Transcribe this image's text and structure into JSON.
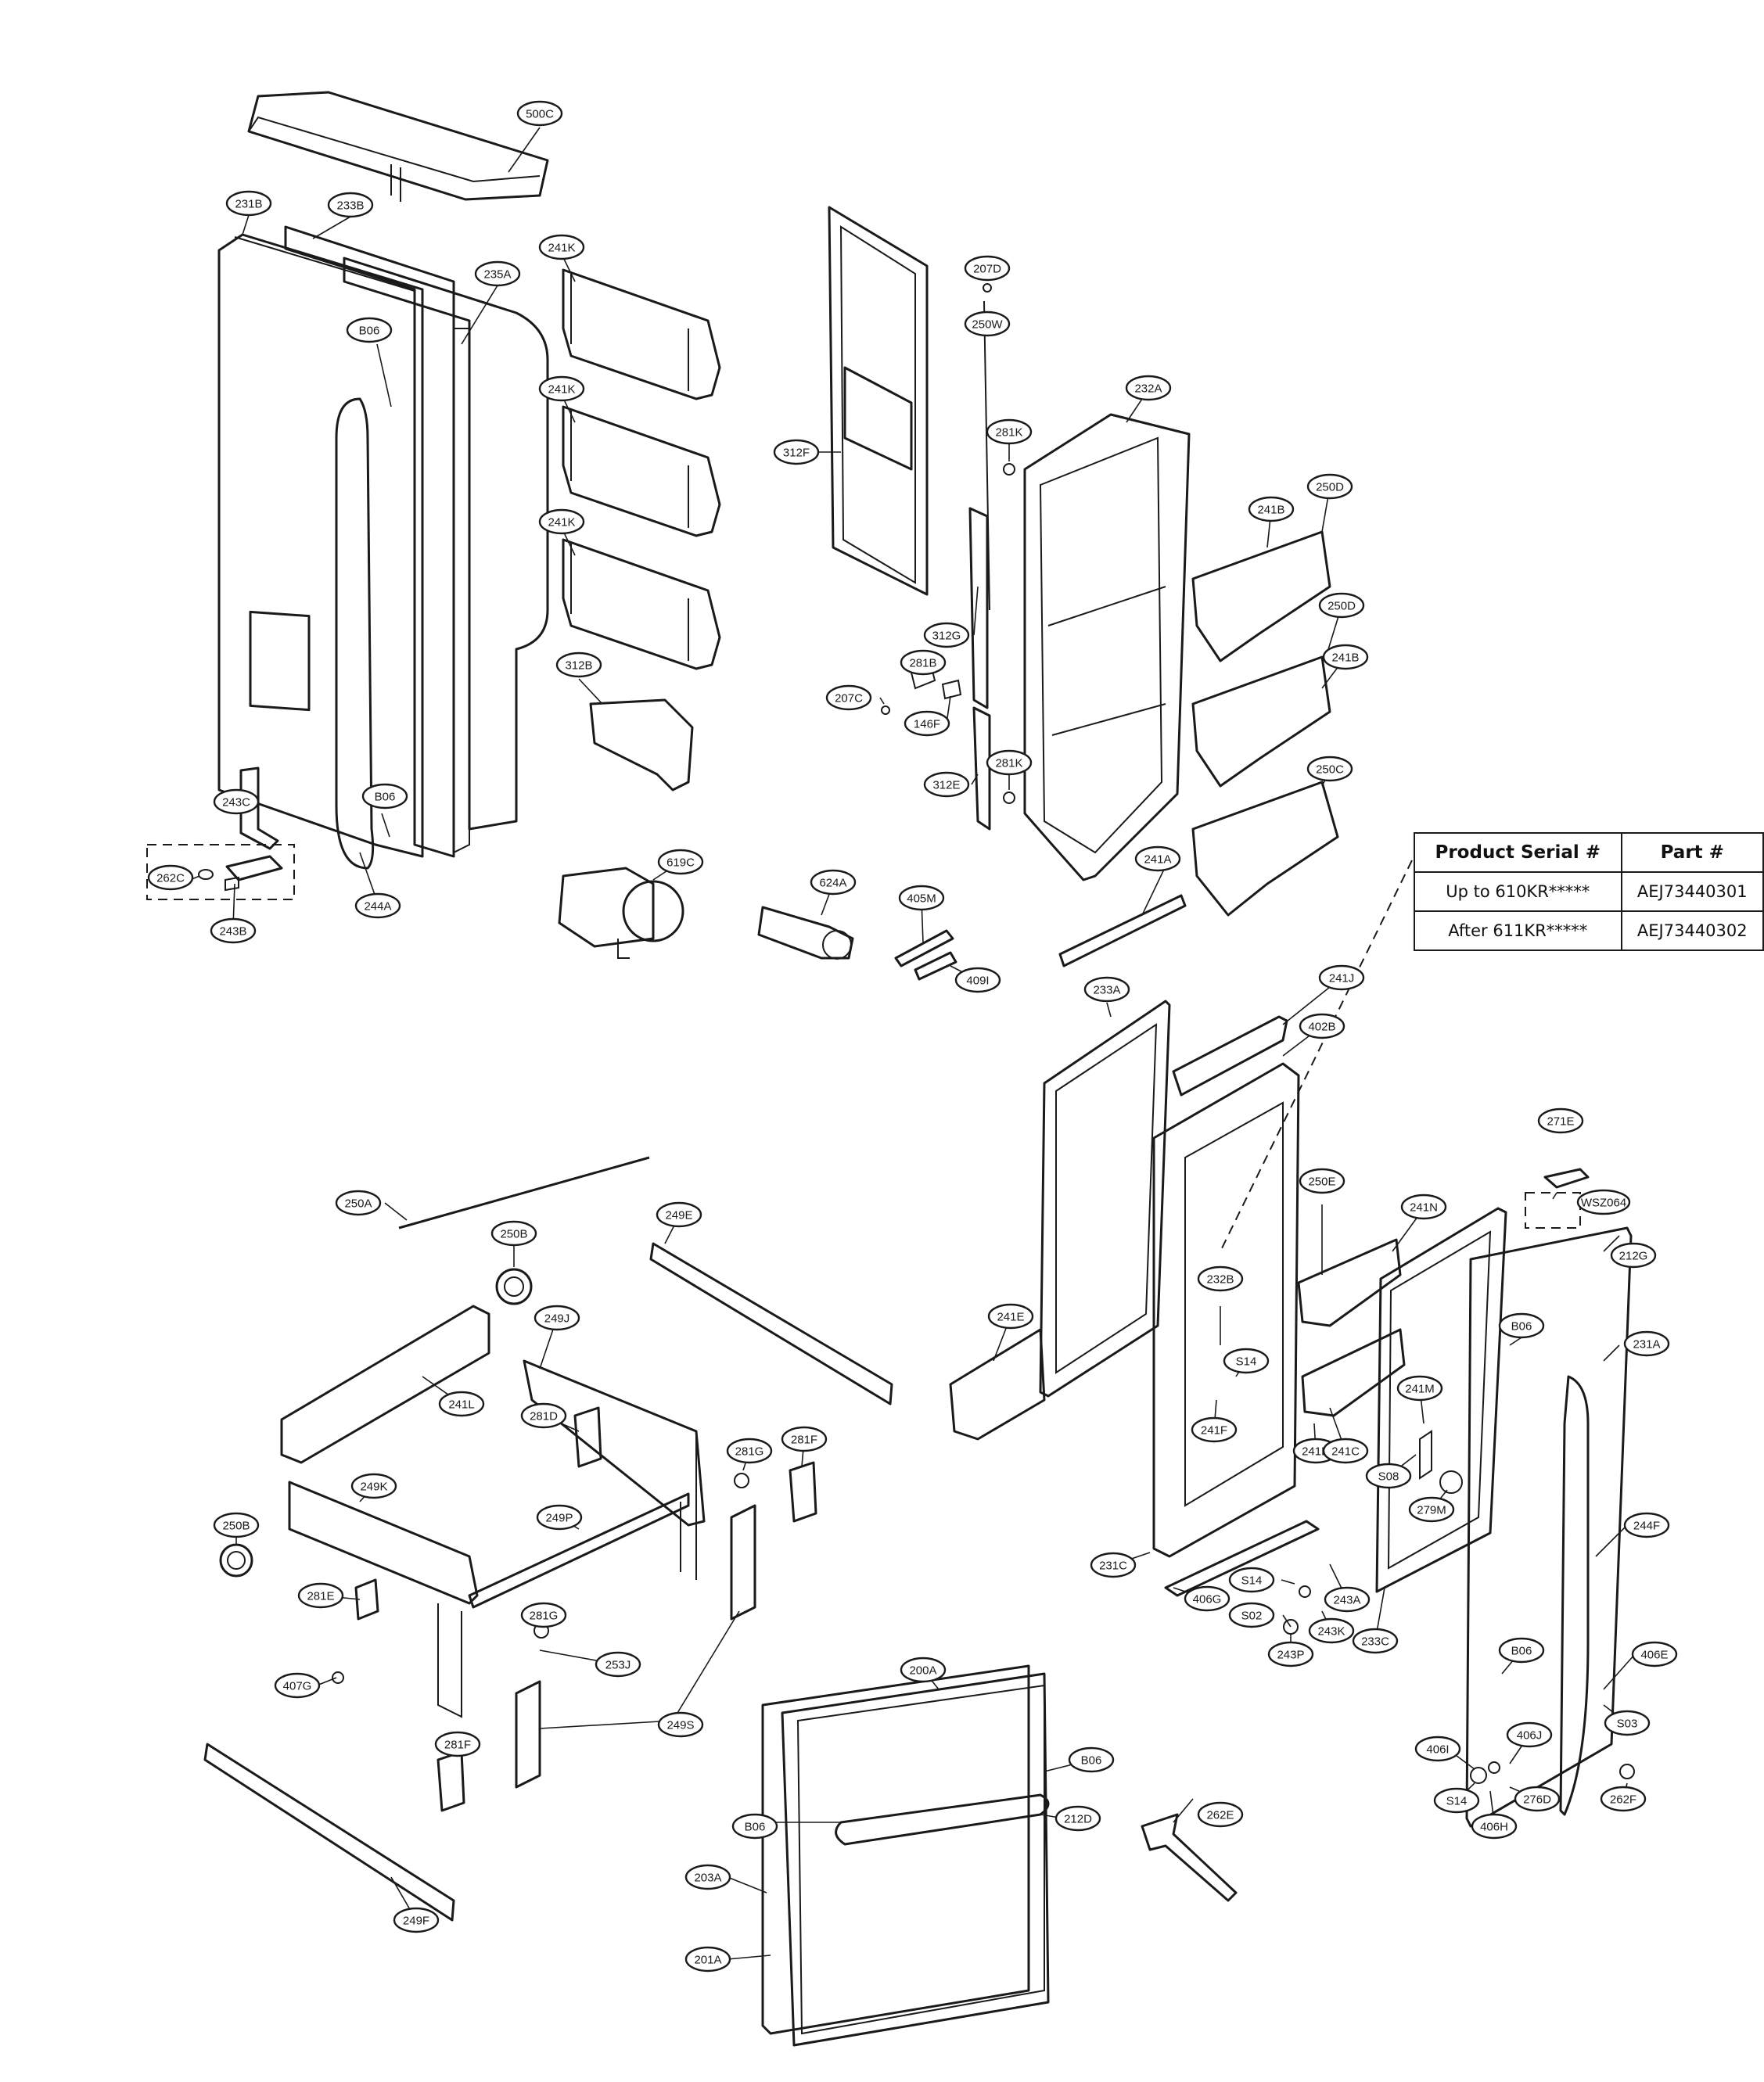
{
  "diagram": {
    "callouts": [
      "500C",
      "231B",
      "233B",
      "235A",
      "B06",
      "B06",
      "241K",
      "241K",
      "241K",
      "312B",
      "243C",
      "262C",
      "243B",
      "244A",
      "619C",
      "312F",
      "207D",
      "250W",
      "281K",
      "281K",
      "312G",
      "281B",
      "207C",
      "146F",
      "312E",
      "624A",
      "405M",
      "409I",
      "232A",
      "250D",
      "241B",
      "250D",
      "241B",
      "250C",
      "241A",
      "241J",
      "402B",
      "233A",
      "250E",
      "241N",
      "232B",
      "S14",
      "241F",
      "241E",
      "241D",
      "241C",
      "241M",
      "S08",
      "279M",
      "231C",
      "406G",
      "S14",
      "S02",
      "243A",
      "243K",
      "243P",
      "233C",
      "271E",
      "WSZ064",
      "212G",
      "B06",
      "231A",
      "244F",
      "B06",
      "406E",
      "S03",
      "406I",
      "406J",
      "S14",
      "406H",
      "276D",
      "262F",
      "250A",
      "249E",
      "250B",
      "249J",
      "241L",
      "281D",
      "281G",
      "281F",
      "249K",
      "249P",
      "250B",
      "281E",
      "281G",
      "253J",
      "407G",
      "249S",
      "281F",
      "249F",
      "200A",
      "B06",
      "212D",
      "B06",
      "203A",
      "201A",
      "262E"
    ]
  },
  "table": {
    "headers": [
      "Product Serial #",
      "Part #"
    ],
    "rows": [
      [
        "Up to 610KR*****",
        "AEJ73440301"
      ],
      [
        "After 611KR*****",
        "AEJ73440302"
      ]
    ]
  }
}
